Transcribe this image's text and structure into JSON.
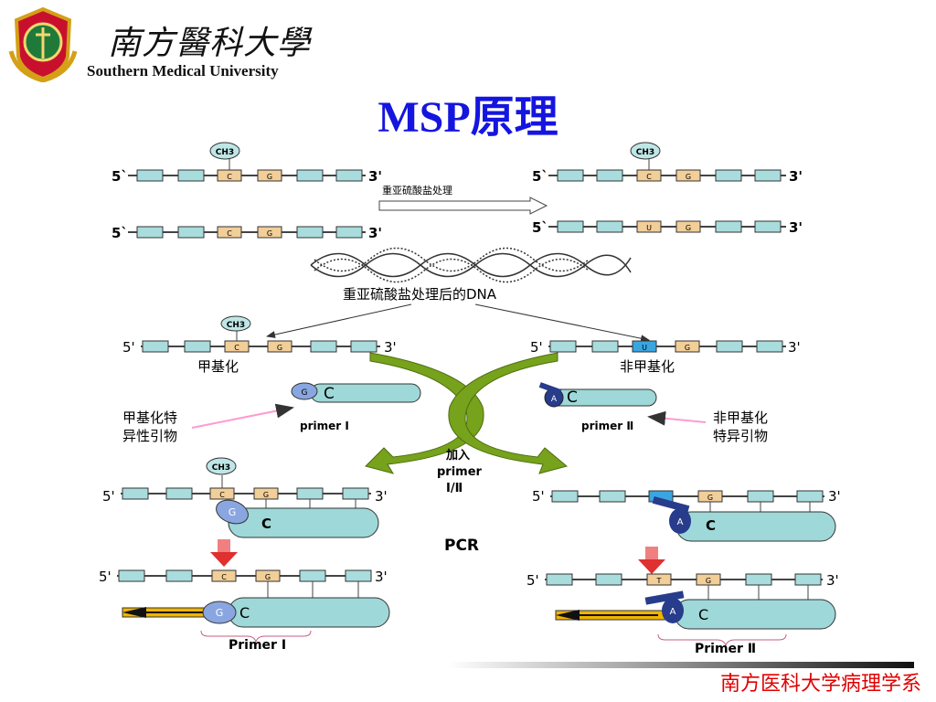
{
  "header": {
    "logo_calligraphy": "南方醫科大學",
    "university_en": "Southern Medical University"
  },
  "title": "MSP原理",
  "diagram": {
    "five_prime": "5`",
    "five_prime_b": "5'",
    "three_prime": "3'",
    "ch3": "CH3",
    "base_c": "C",
    "base_g": "G",
    "base_u": "U",
    "base_t": "T",
    "base_a": "A",
    "bisulfite_treatment": "重亚硫酸盐处理",
    "dna_after_treatment": "重亚硫酸盐处理后的DNA",
    "methylated": "甲基化",
    "unmethylated": "非甲基化",
    "methyl_primer_line1": "甲基化特",
    "methyl_primer_line2": "异性引物",
    "unmethyl_primer_line1": "非甲基化",
    "unmethyl_primer_line2": "特异引物",
    "primer_1": "primer Ⅰ",
    "primer_2": "primer Ⅱ",
    "add_primer_line1": "加入",
    "add_primer_line2": "primer",
    "add_primer_line3": "Ⅰ/Ⅱ",
    "pcr": "PCR",
    "primer_1_bottom": "Primer Ⅰ",
    "primer_2_bottom": "Primer Ⅱ"
  },
  "footer": {
    "department": "南方医科大学病理学系"
  },
  "colors": {
    "title": "#1515e0",
    "footer_text": "#e00000",
    "dna_box": "#a9dcdc",
    "cg_box": "#f2ce98",
    "primer_body": "#9ed8d8",
    "arrow_green": "#76a21c",
    "u_box": "#3aa6e0",
    "product_strand": "#f0b400"
  }
}
